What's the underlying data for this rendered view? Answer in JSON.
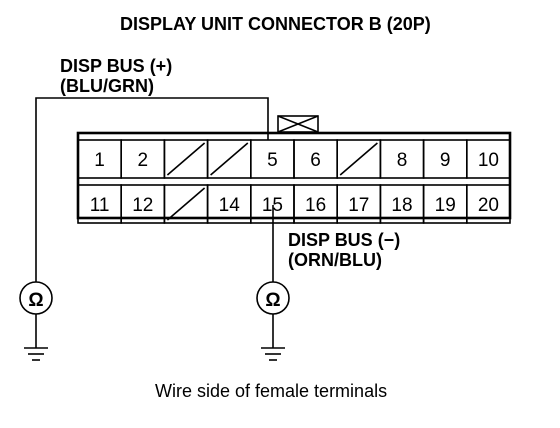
{
  "title": "DISPLAY UNIT CONNECTOR B (20P)",
  "bus_plus": {
    "name": "DISP BUS (+)",
    "color": "(BLU/GRN)"
  },
  "bus_minus": {
    "name": "DISP BUS (−)",
    "color": "(ORN/BLU)"
  },
  "caption": "Wire side of female terminals",
  "meter_symbol": "Ω",
  "connector": {
    "top_row": [
      "1",
      "2",
      "",
      "",
      "5",
      "6",
      "",
      "8",
      "9",
      "10"
    ],
    "bottom_row": [
      "11",
      "12",
      "",
      "14",
      "15",
      "16",
      "17",
      "18",
      "19",
      "20"
    ],
    "empty_top": [
      2,
      3,
      6
    ],
    "empty_bottom": [
      2
    ]
  },
  "icons": {
    "ohmmeter": "ohmmeter-icon",
    "ground": "ground-icon",
    "lock_tab": "connector-lock-tab-icon"
  }
}
